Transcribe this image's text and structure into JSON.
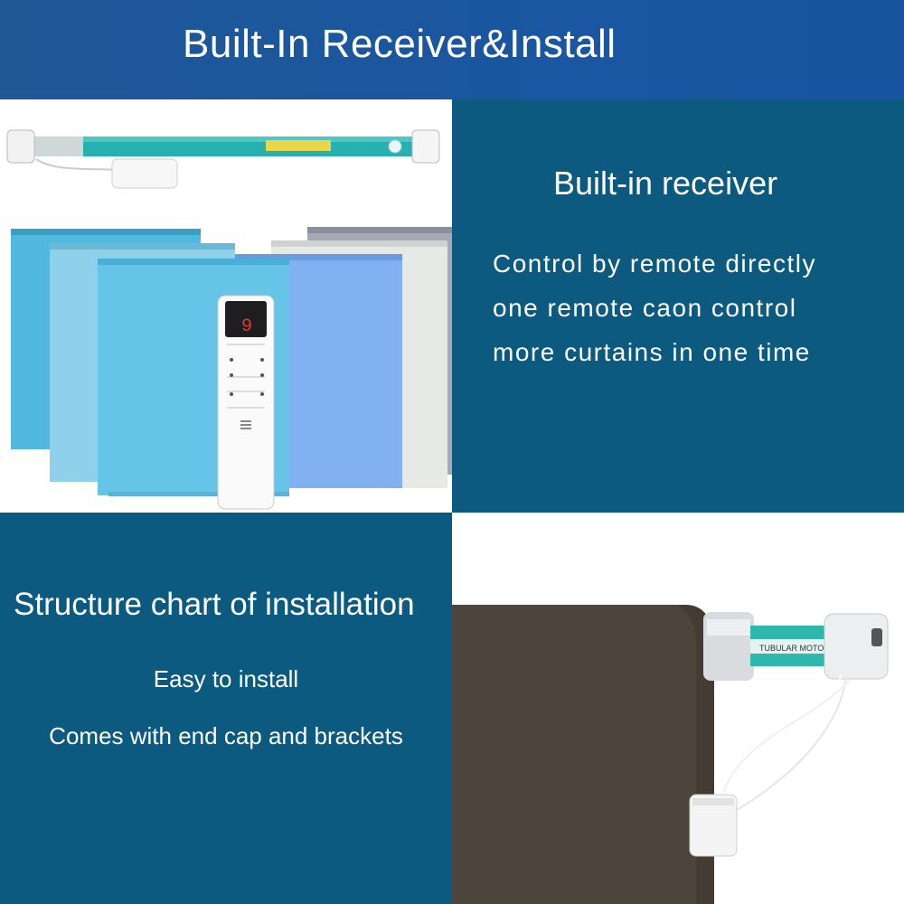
{
  "header": {
    "title": "Built-In Receiver&Install"
  },
  "receiver_section": {
    "heading": "Built-in receiver",
    "lines": [
      "Control by remote directly",
      "one remote caon control",
      "more curtains in one time"
    ]
  },
  "install_section": {
    "heading": "Structure chart of installation",
    "lines": [
      "Easy to install",
      "Comes with end cap and brackets"
    ]
  },
  "remote": {
    "display_digit": "9"
  },
  "motor_label": {
    "text": "TUBULAR MOTOR"
  },
  "colors": {
    "header_blue": "#1a56a1",
    "panel_teal": "#0d5a80",
    "motor_teal": "#26b1b0",
    "curtain_brown": "#4d443b"
  }
}
